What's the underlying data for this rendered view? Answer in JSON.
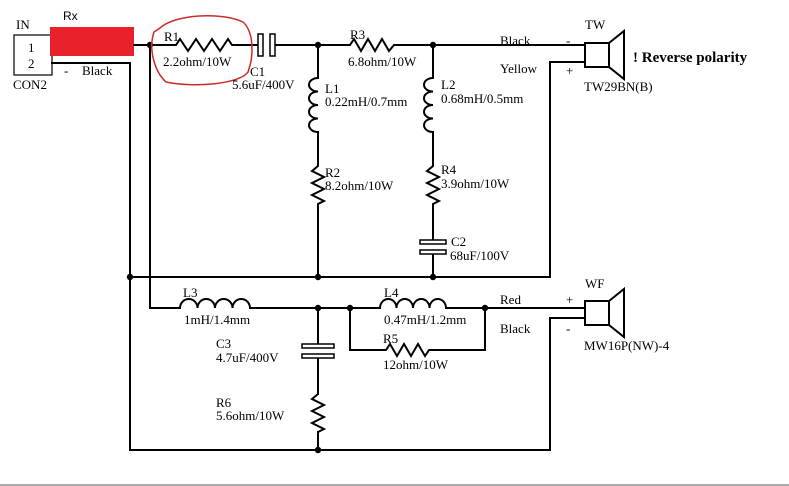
{
  "connector": {
    "in_label": "IN",
    "pin1": "1",
    "pin2": "2",
    "name": "CON2",
    "minus_sign": "-",
    "minus_wire": "Black"
  },
  "rx": {
    "label": "Rx",
    "color": "#e8212b"
  },
  "highlight_color": "#cc2a2a",
  "r1": {
    "ref": "R1",
    "value": "2.2ohm/10W"
  },
  "c1": {
    "ref": "C1",
    "value": "5.6uF/400V"
  },
  "r3": {
    "ref": "R3",
    "value": "6.8ohm/10W"
  },
  "l1": {
    "ref": "L1",
    "value": "0.22mH/0.7mm"
  },
  "r2": {
    "ref": "R2",
    "value": "8.2ohm/10W"
  },
  "l2": {
    "ref": "L2",
    "value": "0.68mH/0.5mm"
  },
  "r4": {
    "ref": "R4",
    "value": "3.9ohm/10W"
  },
  "c2": {
    "ref": "C2",
    "value": "68uF/100V"
  },
  "tweeter": {
    "ref": "TW",
    "model": "TW29BN(B)",
    "note": "! Reverse polarity",
    "wire_minus": "Black",
    "wire_plus": "Yellow",
    "minus_sign": "-",
    "plus_sign": "+"
  },
  "l3": {
    "ref": "L3",
    "value": "1mH/1.4mm"
  },
  "l4": {
    "ref": "L4",
    "value": "0.47mH/1.2mm"
  },
  "r5": {
    "ref": "R5",
    "value": "12ohm/10W"
  },
  "c3": {
    "ref": "C3",
    "value": "4.7uF/400V"
  },
  "r6": {
    "ref": "R6",
    "value": "5.6ohm/10W"
  },
  "woofer": {
    "ref": "WF",
    "model": "MW16P(NW)-4",
    "wire_plus": "Red",
    "wire_minus": "Black",
    "plus_sign": "+",
    "minus_sign": "-"
  }
}
